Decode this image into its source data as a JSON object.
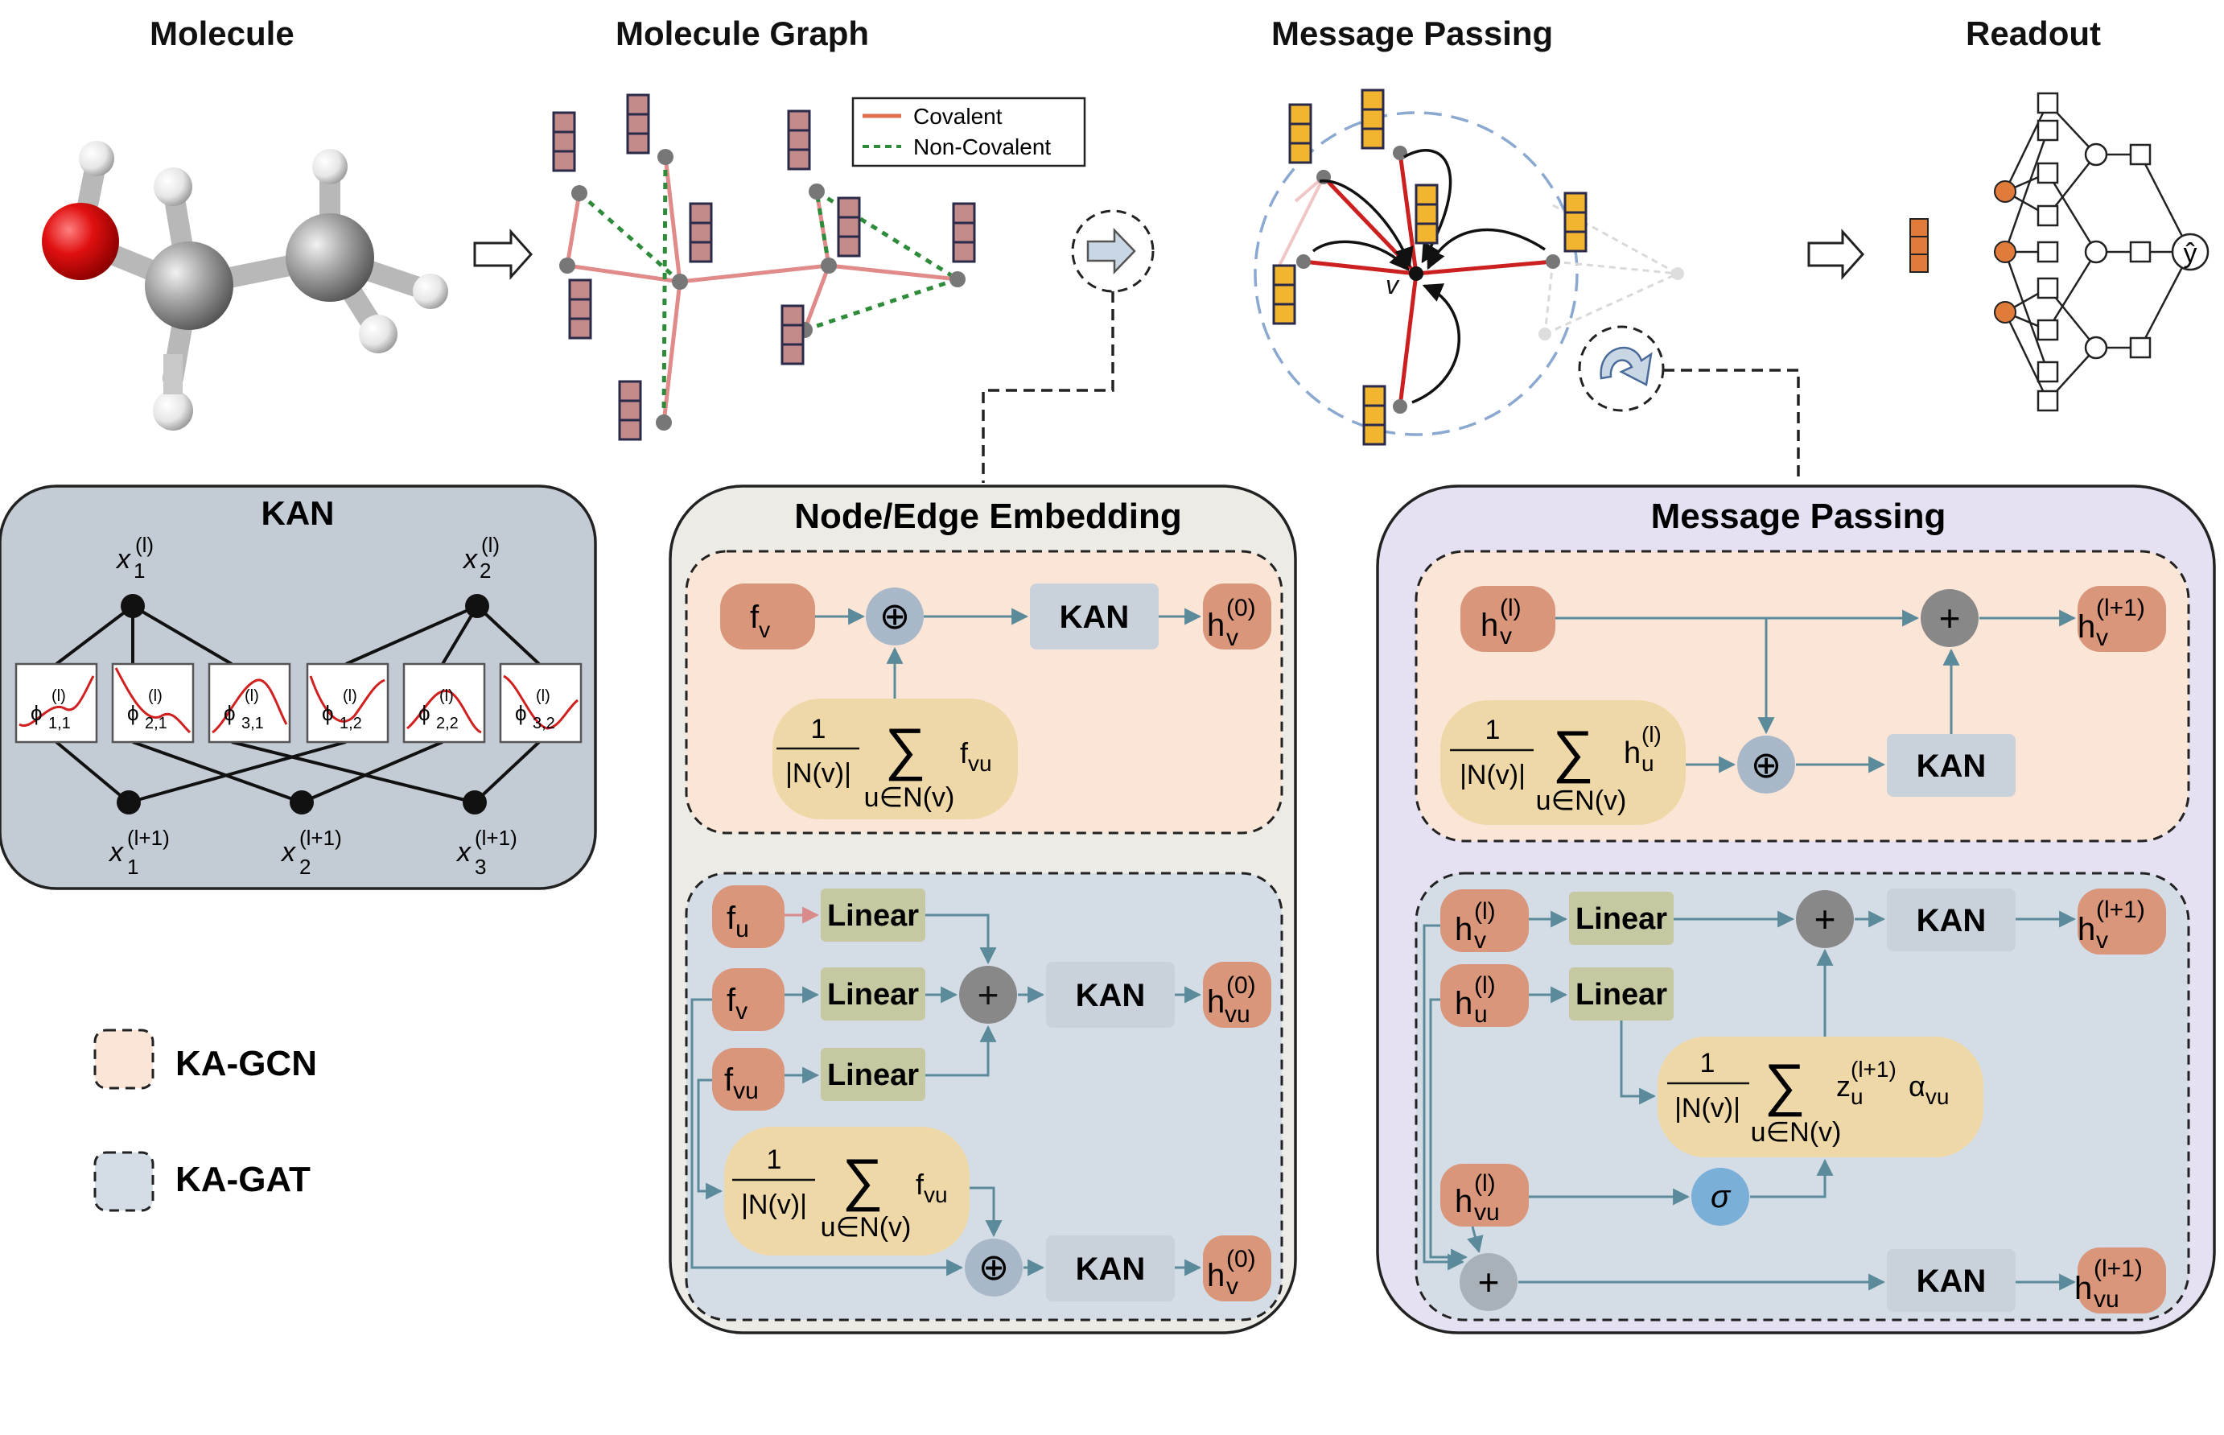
{
  "headers": {
    "molecule": "Molecule",
    "molecule_graph": "Molecule Graph",
    "message_passing": "Message Passing",
    "readout": "Readout"
  },
  "legend_graph": {
    "covalent": "Covalent",
    "non_covalent": "Non-Covalent"
  },
  "message_passing_top": {
    "center_node": "v"
  },
  "readout": {
    "output_symbol": "ŷ"
  },
  "kan_box": {
    "title": "KAN",
    "input_nodes": [
      {
        "base": "x",
        "sub": "1",
        "sup": "(l)"
      },
      {
        "base": "x",
        "sub": "2",
        "sup": "(l)"
      }
    ],
    "functions": [
      {
        "base": "ϕ",
        "sub": "1,1",
        "sup": "(l)"
      },
      {
        "base": "ϕ",
        "sub": "2,1",
        "sup": "(l)"
      },
      {
        "base": "ϕ",
        "sub": "3,1",
        "sup": "(l)"
      },
      {
        "base": "ϕ",
        "sub": "1,2",
        "sup": "(l)"
      },
      {
        "base": "ϕ",
        "sub": "2,2",
        "sup": "(l)"
      },
      {
        "base": "ϕ",
        "sub": "3,2",
        "sup": "(l)"
      }
    ],
    "output_nodes": [
      {
        "base": "x",
        "sub": "1",
        "sup": "(l+1)"
      },
      {
        "base": "x",
        "sub": "2",
        "sup": "(l+1)"
      },
      {
        "base": "x",
        "sub": "3",
        "sup": "(l+1)"
      }
    ]
  },
  "legend_variants": {
    "ka_gcn": "KA-GCN",
    "ka_gat": "KA-GAT"
  },
  "embedding_panel": {
    "title": "Node/Edge Embedding",
    "gcn": {
      "input": {
        "base": "f",
        "sub": "v"
      },
      "op": "⊕",
      "kan": "KAN",
      "output": {
        "base": "h",
        "sub": "v",
        "sup": "(0)"
      },
      "agg": {
        "num": "1",
        "den": "|N(v)|",
        "sigma": "∑",
        "range": "u∈N(v)",
        "term_base": "f",
        "term_sub": "vu"
      }
    },
    "gat": {
      "inputs": [
        {
          "base": "f",
          "sub": "u"
        },
        {
          "base": "f",
          "sub": "v"
        },
        {
          "base": "f",
          "sub": "vu"
        }
      ],
      "linear": "Linear",
      "plus": "+",
      "oplus": "⊕",
      "kan": "KAN",
      "output_edge": {
        "base": "h",
        "sub": "vu",
        "sup": "(0)"
      },
      "output_node": {
        "base": "h",
        "sub": "v",
        "sup": "(0)"
      },
      "agg": {
        "num": "1",
        "den": "|N(v)|",
        "sigma": "∑",
        "range": "u∈N(v)",
        "term_base": "f",
        "term_sub": "vu"
      }
    }
  },
  "message_panel": {
    "title": "Message Passing",
    "gcn": {
      "input": {
        "base": "h",
        "sub": "v",
        "sup": "(l)"
      },
      "plus": "+",
      "oplus": "⊕",
      "kan": "KAN",
      "output": {
        "base": "h",
        "sub": "v",
        "sup": "(l+1)"
      },
      "agg": {
        "num": "1",
        "den": "|N(v)|",
        "sigma": "∑",
        "range": "u∈N(v)",
        "term_base": "h",
        "term_sub": "u",
        "term_sup": "(l)"
      }
    },
    "gat": {
      "input_v": {
        "base": "h",
        "sub": "v",
        "sup": "(l)"
      },
      "input_u": {
        "base": "h",
        "sub": "u",
        "sup": "(l)"
      },
      "input_vu": {
        "base": "h",
        "sub": "vu",
        "sup": "(l)"
      },
      "linear": "Linear",
      "plus": "+",
      "sigma_fn": "σ",
      "kan": "KAN",
      "output_node": {
        "base": "h",
        "sub": "v",
        "sup": "(l+1)"
      },
      "output_edge": {
        "base": "h",
        "sub": "vu",
        "sup": "(l+1)"
      },
      "agg": {
        "num": "1",
        "den": "|N(v)|",
        "sigma": "∑",
        "range": "u∈N(v)",
        "term_base": "z",
        "term_sub": "u",
        "term_sup": "(l+1)",
        "term_extra": "α",
        "term_extra_sub": "vu"
      }
    }
  },
  "colors": {
    "orange_node": "#D9967A",
    "kan_box": "#C9D1DA",
    "linear_box": "#C5C8A0",
    "agg_box": "#EFD8A8",
    "gcn_bg": "#FBE5D6",
    "gat_bg": "#D4DDE6",
    "kan_panel_bg": "#C3CBD4",
    "message_panel_bg": "#E6E1F2",
    "embedding_panel_bg": "#ECEBE6",
    "arrow": "#5B8A9A",
    "covalent": "#E07050",
    "non_covalent": "#2E8B3A"
  }
}
